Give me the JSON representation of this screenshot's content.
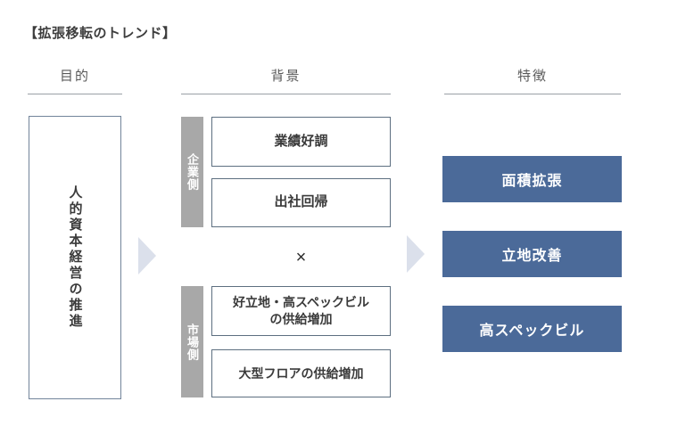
{
  "title": "【拡張移転のトレンド】",
  "columns": {
    "purpose": {
      "header": "目的",
      "box": "人的資本経営の推進"
    },
    "background": {
      "header": "背景",
      "company": {
        "label": "企業側",
        "items": [
          "業績好調",
          "出社回帰"
        ]
      },
      "multiply_symbol": "×",
      "market": {
        "label": "市場側",
        "items": [
          "好立地・高スペックビル\nの供給増加",
          "大型フロアの供給増加"
        ]
      }
    },
    "features": {
      "header": "特徴",
      "items": [
        "面積拡張",
        "立地改善",
        "高スペックビル"
      ]
    }
  },
  "colors": {
    "accent_blue": "#4b6a99",
    "bar_gray": "#a8a8a8",
    "arrow_light_blue": "#dbe0eb",
    "box_border": "#5d6f80"
  }
}
